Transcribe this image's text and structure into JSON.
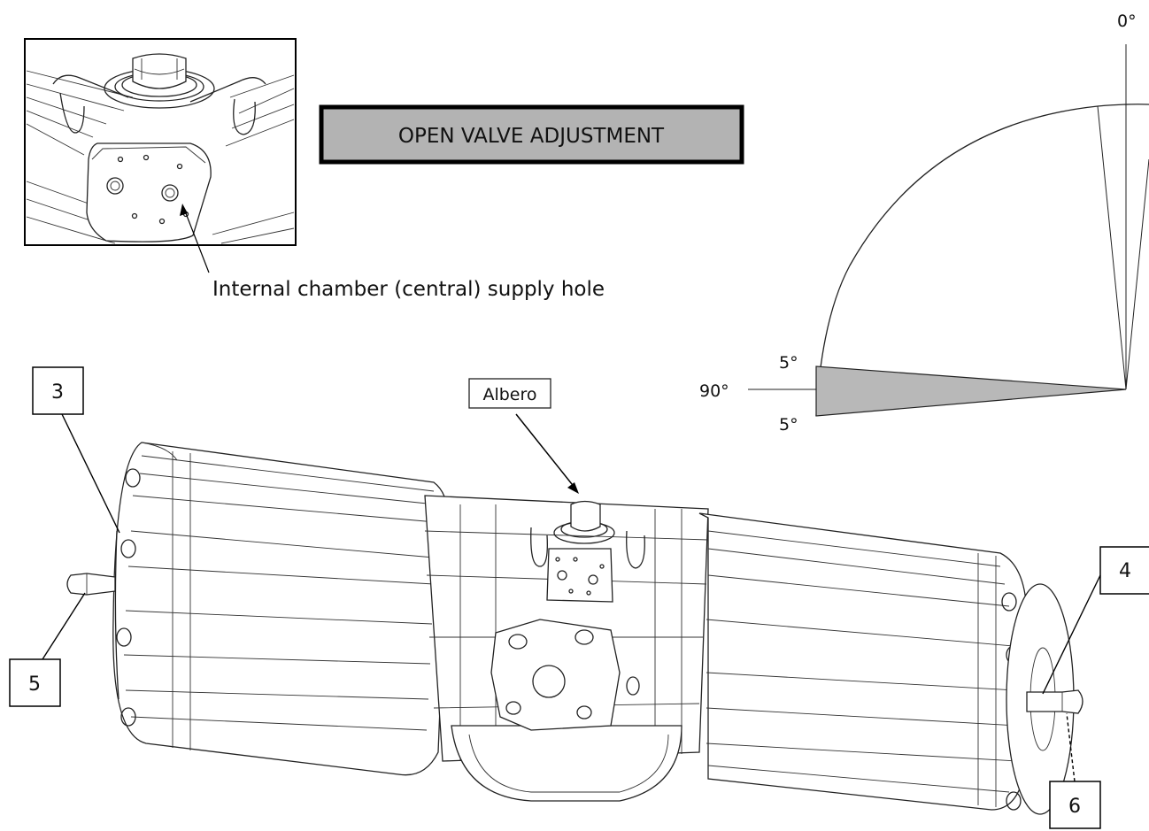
{
  "banner": {
    "label": "OPEN VALVE ADJUSTMENT",
    "fill": "#b3b3b3",
    "border": "#000000"
  },
  "inset": {
    "caption": "Internal chamber (central) supply hole"
  },
  "shaft_label": "Albero",
  "callouts": [
    "3",
    "4",
    "5",
    "6"
  ],
  "angles": {
    "zero": "0°",
    "ninety": "90°",
    "upper_tol": "5°",
    "lower_tol": "5°",
    "sector_fill": "#b8b8b8"
  }
}
